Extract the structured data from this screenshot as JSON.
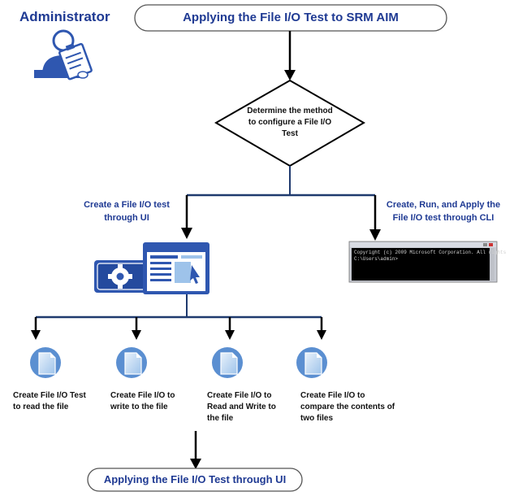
{
  "actor": {
    "label": "Administrator",
    "icon": "administrator-clipboard-icon"
  },
  "header": {
    "title": "Applying the File I/O Test to SRM AIM"
  },
  "decision": {
    "label": "Determine the method to configure a File I/O Test"
  },
  "branches": {
    "ui": {
      "label": "Create a File I/O test through UI",
      "icon": "settings-ui-window-icon"
    },
    "cli": {
      "label": "Create, Run, and Apply the File I/O test through CLI",
      "icon": "command-prompt-window-icon"
    }
  },
  "cli_window": {
    "line1": "Copyright (c) 2009 Microsoft Corporation. All rights",
    "line2": "C:\\Users\\admin>"
  },
  "steps": [
    {
      "label": "Create File I/O Test to read the file",
      "icon": "file-document-icon"
    },
    {
      "label": "Create File I/O to write to the file",
      "icon": "file-document-icon"
    },
    {
      "label": "Create File I/O to Read and Write to the file",
      "icon": "file-document-icon"
    },
    {
      "label": "Create File I/O to compare the contents of two files",
      "icon": "file-document-icon"
    }
  ],
  "footer": {
    "label": "Applying the File I/O Test through UI"
  },
  "colors": {
    "accent": "#1f3a93",
    "line": "#1f3a6e",
    "icon_blue": "#2f57b0"
  }
}
